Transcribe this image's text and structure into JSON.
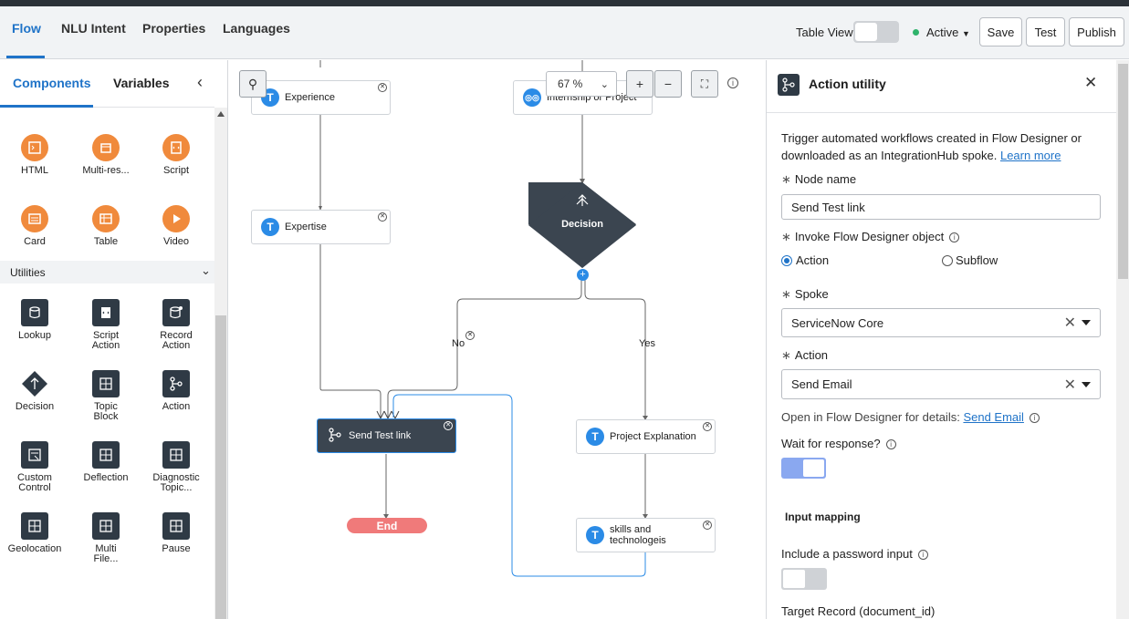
{
  "header": {
    "tabs": [
      {
        "label": "Flow"
      },
      {
        "label": "NLU Intent"
      },
      {
        "label": "Properties"
      },
      {
        "label": "Languages"
      }
    ],
    "table_view_label": "Table View",
    "status_label": "Active",
    "save_label": "Save",
    "test_label": "Test",
    "publish_label": "Publish"
  },
  "left": {
    "tabs": [
      {
        "label": "Components"
      },
      {
        "label": "Variables"
      }
    ],
    "components": [
      {
        "label": "HTML",
        "icon": "html-icon"
      },
      {
        "label": "Multi-res...",
        "icon": "multi-response-icon"
      },
      {
        "label": "Script",
        "icon": "script-icon"
      },
      {
        "label": "Card",
        "icon": "card-icon"
      },
      {
        "label": "Table",
        "icon": "table-icon"
      },
      {
        "label": "Video",
        "icon": "video-icon"
      }
    ],
    "utilities_label": "Utilities",
    "utilities": [
      {
        "label1": "Lookup",
        "label2": "",
        "icon": "lookup-icon"
      },
      {
        "label1": "Script",
        "label2": "Action",
        "icon": "script-action-icon"
      },
      {
        "label1": "Record",
        "label2": "Action",
        "icon": "record-action-icon"
      },
      {
        "label1": "Decision",
        "label2": "",
        "icon": "decision-icon"
      },
      {
        "label1": "Topic",
        "label2": "Block",
        "icon": "topic-block-icon"
      },
      {
        "label1": "Action",
        "label2": "",
        "icon": "action-icon"
      },
      {
        "label1": "Custom",
        "label2": "Control",
        "icon": "custom-control-icon"
      },
      {
        "label1": "Deflection",
        "label2": "",
        "icon": "deflection-icon"
      },
      {
        "label1": "Diagnostic",
        "label2": "Topic...",
        "icon": "diagnostic-topic-icon"
      },
      {
        "label1": "Geolocation",
        "label2": "",
        "icon": "geolocation-icon"
      },
      {
        "label1": "Multi",
        "label2": "File...",
        "icon": "multi-file-icon"
      },
      {
        "label1": "Pause",
        "label2": "",
        "icon": "pause-icon"
      }
    ]
  },
  "canvas": {
    "zoom": "67 %",
    "nodes": {
      "experience": "Experience",
      "internship": "Internship or Project",
      "expertise": "Expertise",
      "decision": "Decision",
      "send_test_link": "Send Test link",
      "project_explanation": "Project Explanation",
      "skills1": "skills and",
      "skills2": "technologeis",
      "end": "End"
    },
    "edge_labels": {
      "no": "No",
      "yes": "Yes"
    }
  },
  "panel": {
    "title": "Action utility",
    "description": "Trigger automated workflows created in Flow Designer or downloaded as an IntegrationHub spoke.",
    "learn_more": "Learn more",
    "node_name_label": "Node name",
    "node_name_value": "Send Test link",
    "invoke_label": "Invoke Flow Designer object",
    "radio_action": "Action",
    "radio_subflow": "Subflow",
    "spoke_label": "Spoke",
    "spoke_value": "ServiceNow Core",
    "action_label": "Action",
    "action_value": "Send Email",
    "open_in_text": "Open in Flow Designer for details:",
    "open_in_link": "Send Email",
    "wait_label": "Wait for response?",
    "input_mapping": "Input mapping",
    "password_label": "Include a password input",
    "target_record": "Target Record  (document_id)"
  },
  "colors": {
    "accent": "#1f73c8",
    "node_blue": "#2b8be6",
    "decision": "#3b4550",
    "end": "#f07a7a",
    "orange": "#f08a3c"
  }
}
